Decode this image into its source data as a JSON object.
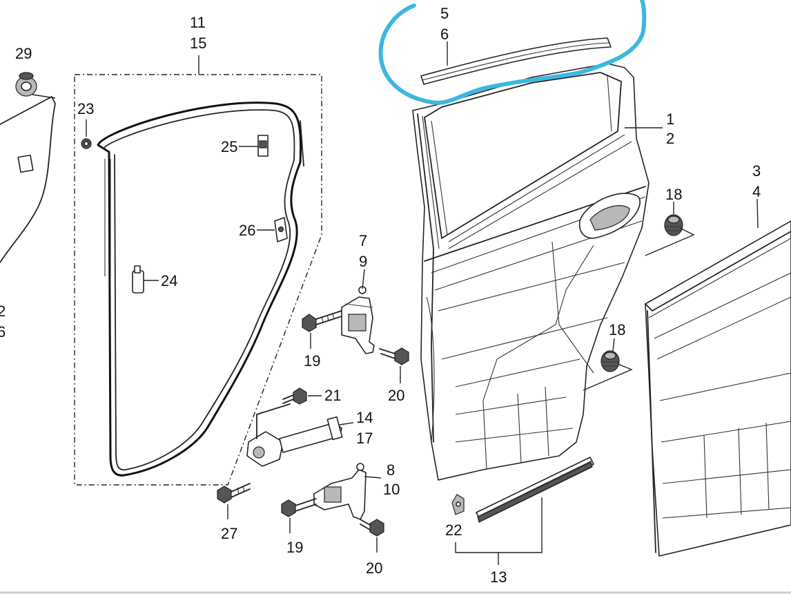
{
  "highlight_color": "#3bb8e0",
  "callouts": {
    "p29": "29",
    "p23": "23",
    "p24": "24",
    "p25": "25",
    "p26": "26",
    "p11": "11",
    "p15": "15",
    "p2_left": "2",
    "p6_left": "6",
    "p5": "5",
    "p6": "6",
    "p1": "1",
    "p2": "2",
    "p3": "3",
    "p4": "4",
    "p18_top": "18",
    "p18_mid": "18",
    "p7": "7",
    "p9": "9",
    "p19_top": "19",
    "p20_top": "20",
    "p21": "21",
    "p14": "14",
    "p17": "17",
    "p27": "27",
    "p8": "8",
    "p10": "10",
    "p19_bot": "19",
    "p20_bot": "20",
    "p22": "22",
    "p13": "13"
  }
}
